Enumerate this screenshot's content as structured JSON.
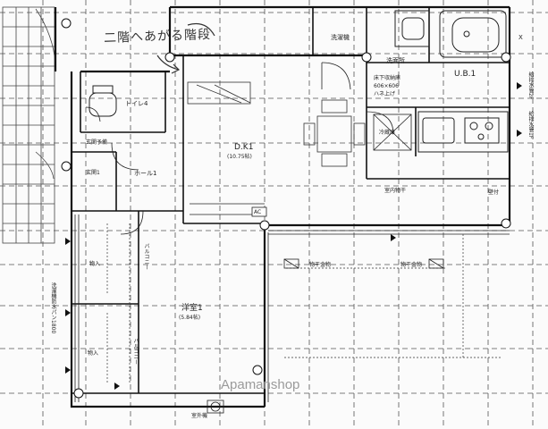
{
  "plan": {
    "handwritten_note": "二階へあがる階段",
    "rooms": {
      "laundry_machine": "洗濯機",
      "washroom": "洗面所",
      "ub": "U.B.1",
      "underfloor_storage": "床下収納庫",
      "underfloor_size": "606×606",
      "underfloor_note": "ハネ上げ",
      "toilet": "トイレ4",
      "hall": "ホール1",
      "entrance_storage": "玄関予備",
      "entrance": "玄関1",
      "dk": "D.K1",
      "dk_size": "(10.75帖)",
      "refrigerator": "冷蔵庫",
      "kitchen_wall": "壁付",
      "indoor_drying": "室内物干",
      "western_room": "洋室1",
      "western_room_size": "(5.84帖)",
      "closet_1": "物入",
      "closet_2": "物入",
      "balcony_1": "バルコニー",
      "balcony_2": "バルコニー",
      "drying_hardware_1": "物干金物",
      "drying_hardware_2": "物干金物",
      "outdoor_unit": "室外機",
      "ac": "AC",
      "window_note": "洗濯機防水パン1800",
      "right_note_top": "給排水管2F",
      "right_note_bottom": "給排水管1F",
      "top_right_mark": "X"
    },
    "watermark": "Apamanshop"
  }
}
